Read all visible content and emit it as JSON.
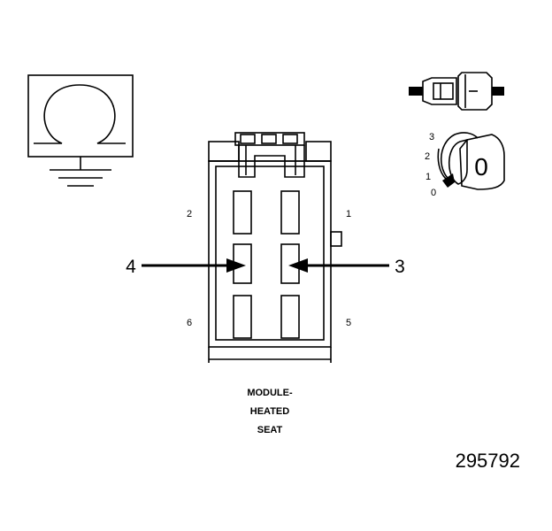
{
  "pins": {
    "p1": "1",
    "p2": "2",
    "p3": "3",
    "p4": "4",
    "p5": "5",
    "p6": "6"
  },
  "callouts": {
    "left": "4",
    "right": "3"
  },
  "caption": {
    "line1": "MODULE-",
    "line2": "HEATED",
    "line3": "SEAT"
  },
  "position_scale": {
    "p0": "0",
    "p1": "1",
    "p2": "2",
    "p3": "3"
  },
  "knob_label": "0",
  "figure_number": "295792",
  "icons": {
    "module_symbol": "omega-ground-icon",
    "connector": "connector-icon",
    "key_position": "key-position-icon"
  },
  "colors": {
    "line": "#000000",
    "background": "#ffffff",
    "connector_fill": "#f2f2f2"
  }
}
